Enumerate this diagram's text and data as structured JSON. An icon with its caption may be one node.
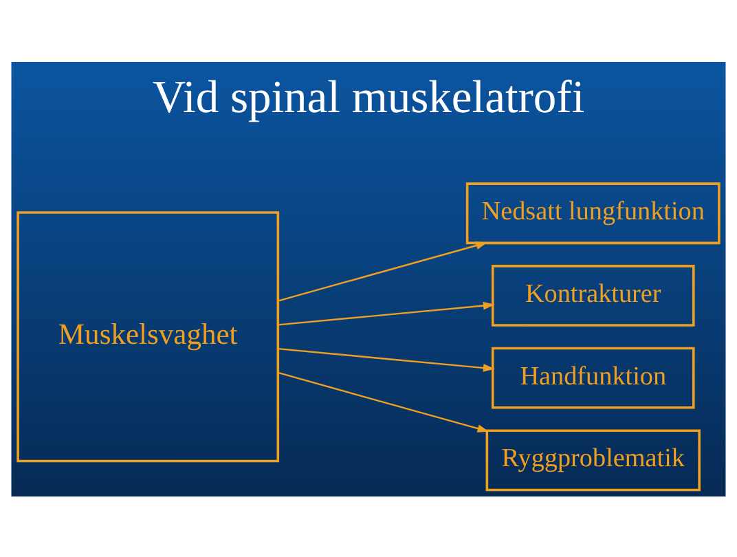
{
  "diagram": {
    "title": "Vid spinal muskelatrofi",
    "nodes": [
      {
        "text": [
          "Muskelsvaghet"
        ]
      },
      {
        "text": [
          "Nedsatt lungfunktion"
        ]
      },
      {
        "text": [
          "Kontrakturer"
        ]
      },
      {
        "text": [
          "Handfunktion"
        ]
      },
      {
        "text": [
          "Ryggproblematik"
        ]
      }
    ],
    "edges": [
      {
        "from": 0,
        "to": 1,
        "arrow": "to"
      },
      {
        "from": 0,
        "to": 2,
        "arrow": "to"
      },
      {
        "from": 0,
        "to": 3,
        "arrow": "to"
      },
      {
        "from": 0,
        "to": 4,
        "arrow": "to"
      }
    ]
  }
}
